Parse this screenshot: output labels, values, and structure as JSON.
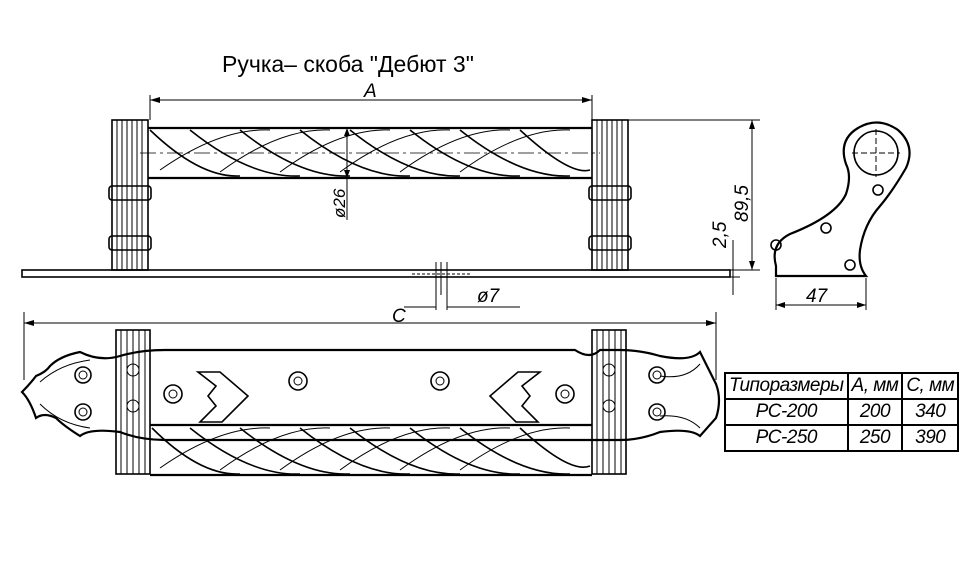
{
  "title": "Ручка– скоба \"Дебют 3\"",
  "dimensions": {
    "a": "A",
    "c": "C",
    "diameter_26": "ø26",
    "height": "89,5",
    "offset": "2,5",
    "hole": "ø7",
    "depth": "47"
  },
  "size_table": {
    "headers": [
      "Типоразмеры",
      "A, мм",
      "C, мм"
    ],
    "rows": [
      [
        "РС-200",
        "200",
        "340"
      ],
      [
        "РС-250",
        "250",
        "390"
      ]
    ]
  }
}
